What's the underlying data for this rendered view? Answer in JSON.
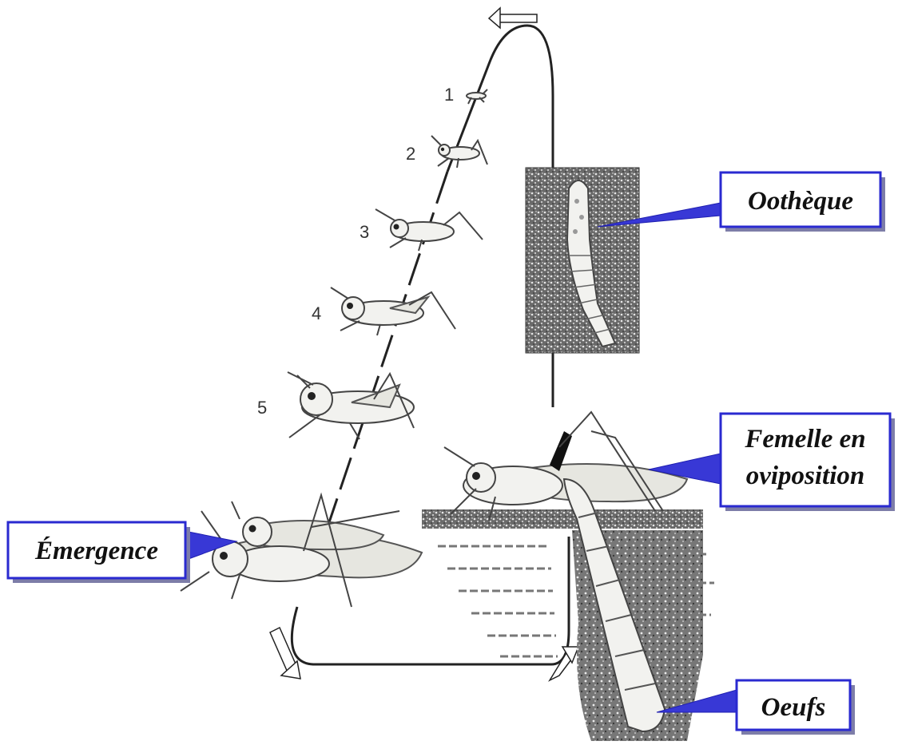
{
  "instars": [
    {
      "label": "1"
    },
    {
      "label": "2"
    },
    {
      "label": "3"
    },
    {
      "label": "4"
    },
    {
      "label": "5"
    }
  ],
  "callouts": {
    "ootheque": {
      "line1": "Oothèque"
    },
    "femelle": {
      "line1": "Femelle en",
      "line2": "oviposition"
    },
    "emergence": {
      "line1": "Émergence"
    },
    "oeufs": {
      "line1": "Oeufs"
    }
  },
  "colors": {
    "callout_border": "#2a2ad0",
    "callout_pointer": "#3838d6",
    "soil": "#555555",
    "line": "#222222"
  }
}
